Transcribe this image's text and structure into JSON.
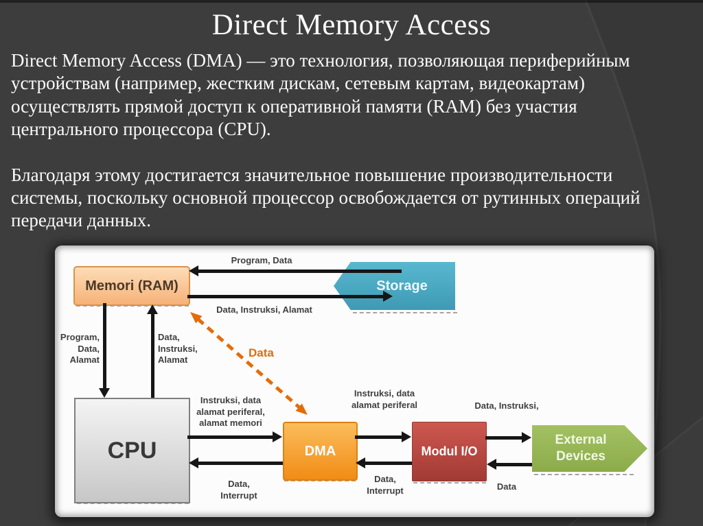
{
  "slide": {
    "title": "Direct Memory Access",
    "paragraph1_lines": [
      "Direct Memory Access (DMA) — это технология, позволяющая периферийным",
      "устройствам (например, жестким дискам, сетевым картам, видеокартам)",
      "осуществлять прямой доступ к оперативной памяти (RAM) без участия",
      "центрального процессора (CPU)."
    ],
    "paragraph2_lines": [
      "Благодаря этому достигается значительное повышение производительности",
      "системы, поскольку основной процессор освобождается от рутинных операций",
      "передачи данных."
    ]
  },
  "diagram": {
    "nodes": {
      "memori": {
        "label": "Memori (RAM)",
        "fill": "#FAC090"
      },
      "storage": {
        "label": "Storage",
        "fill": "#4BACC6"
      },
      "cpu": {
        "label": "CPU",
        "fill": "#D9D9D9"
      },
      "dma": {
        "label": "DMA",
        "fill": "#F79646"
      },
      "modul_io": {
        "label": "Modul I/O",
        "fill": "#C0504D"
      },
      "external": {
        "label_lines": [
          "External",
          "Devices"
        ],
        "fill": "#9BBB59"
      }
    },
    "edge_labels": {
      "storage_to_memori": "Program, Data",
      "memori_to_storage": "Data, Instruksi, Alamat",
      "memori_to_cpu": [
        "Program,",
        "Data,",
        "Alamat"
      ],
      "cpu_to_memori": [
        "Data,",
        "Instruksi,",
        "Alamat"
      ],
      "cpu_to_dma": [
        "Instruksi, data",
        "alamat periferal,",
        "alamat memori"
      ],
      "dma_to_cpu": [
        "Data,",
        "Interrupt"
      ],
      "dma_to_modul": [
        "Instruksi, data",
        "alamat periferal"
      ],
      "modul_to_dma": [
        "Data,",
        "Interrupt"
      ],
      "modul_to_external": "Data, Instruksi,",
      "external_to_modul": "Data",
      "dma_to_memori_dashed": "Data"
    },
    "colors": {
      "background": "#3d3d3d",
      "panel": "#fcfcfc",
      "arrow": "#161616",
      "dashed_arrow": "#E36C0A",
      "label_text": "#3f3f3f"
    }
  }
}
